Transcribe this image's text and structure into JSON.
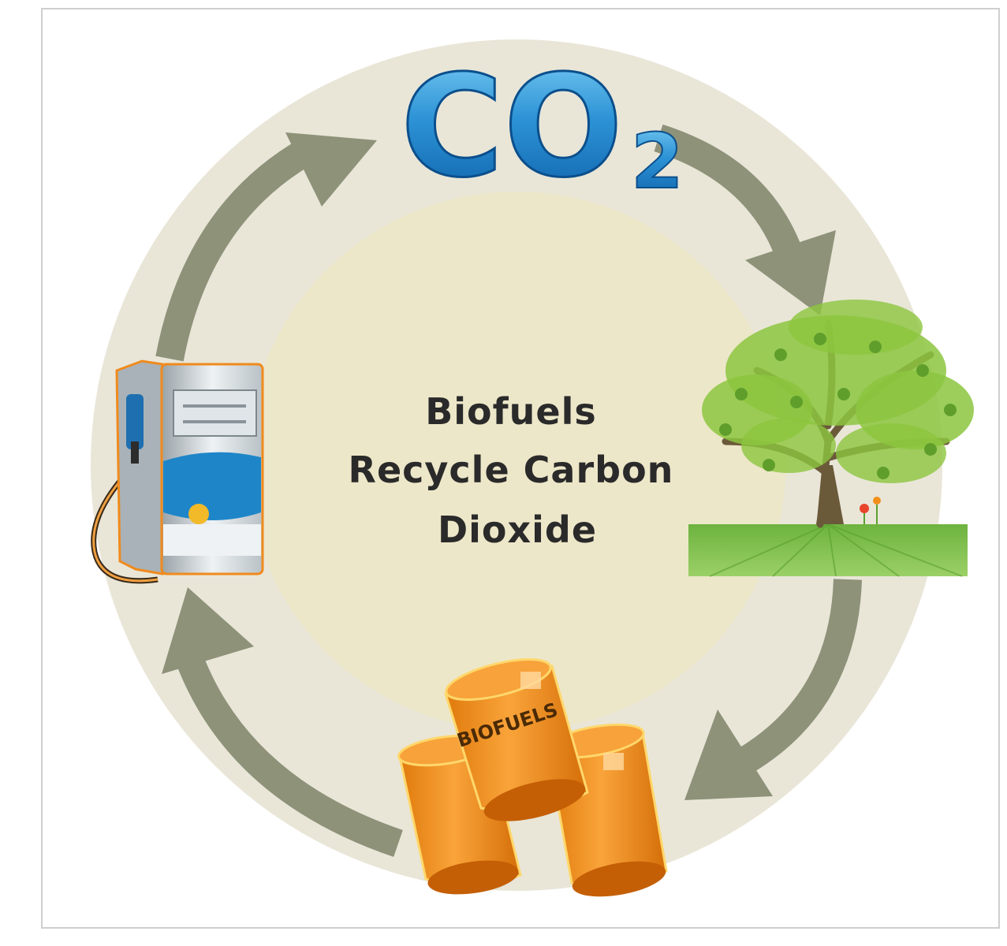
{
  "center_text": {
    "line1": "Biofuels",
    "line2": "Recycle Carbon",
    "line3": "Dioxide"
  },
  "co2_label": {
    "main": "CO",
    "subscript": "2"
  },
  "barrel_label": "BIOFUELS",
  "colors": {
    "outer_ring": "#e9e6d8",
    "inner_disc": "#ede7c9",
    "arrow": "#8e9279",
    "co2_blue": "#1577c3",
    "barrel_orange": "#f28f1c",
    "grass_green": "#7cc146",
    "tree_leaves": "#8cc63f",
    "tree_trunk": "#6b5a3a"
  },
  "icons": [
    "fuel-pump-icon",
    "tree-icon",
    "barrels-icon",
    "cycle-arrow-icon"
  ]
}
